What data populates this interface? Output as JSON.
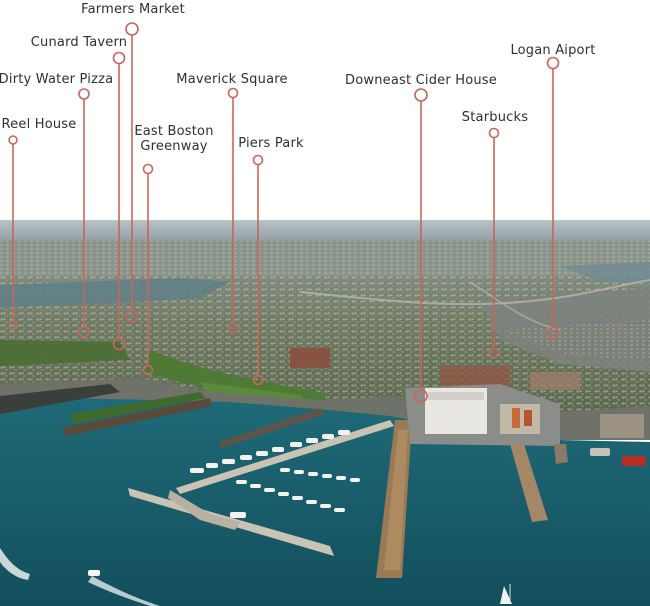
{
  "map": {
    "colors": {
      "pin": "#c9655a",
      "water": "#1a5f6e",
      "label_text": "#2f2f2f",
      "background": "#ffffff"
    },
    "places": [
      {
        "id": "reel-house",
        "name": "Reel House"
      },
      {
        "id": "dirty-water-pizza",
        "name": "Dirty Water Pizza"
      },
      {
        "id": "cunard-tavern",
        "name": "Cunard Tavern"
      },
      {
        "id": "farmers-market",
        "name": "Farmers Market"
      },
      {
        "id": "east-boston-greenway",
        "name": "East Boston\nGreenway"
      },
      {
        "id": "maverick-square",
        "name": "Maverick Square"
      },
      {
        "id": "piers-park",
        "name": "Piers Park"
      },
      {
        "id": "downeast-cider-house",
        "name": "Downeast Cider House"
      },
      {
        "id": "starbucks",
        "name": "Starbucks"
      },
      {
        "id": "logan-airport",
        "name": "Logan Aiport"
      }
    ]
  }
}
